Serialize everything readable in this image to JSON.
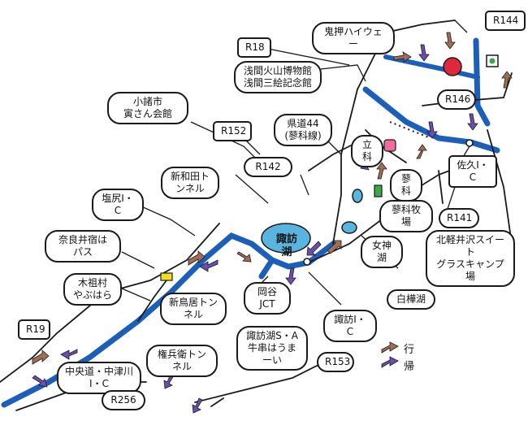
{
  "colors": {
    "road": "#1a1a1a",
    "highway": "#1b5fb8",
    "lake": "#5ab4e0",
    "go_arrow": "#a26c55",
    "return_arrow": "#6a4fb0",
    "marker_red": "#e0283c",
    "marker_green": "#3aa84a",
    "marker_pink": "#f26ca0",
    "marker_yellow": "#f2dc20"
  },
  "labels": {
    "express_highway": "鬼押ハイウェー",
    "r144": "R144",
    "r18": "R18",
    "museum": "浅間火山博物館\n浅間三絵記念館",
    "komoro": "小諸市\n寅さん会館",
    "r152": "R152",
    "prefroad": "県道44\n(​蓼科線)",
    "r146": "R146",
    "tateshina": "立科",
    "saku_ic": "佐久I・C",
    "r142": "R142",
    "shin_wada": "新和田トンネル",
    "tateshina2": "蓼科",
    "shiojiri_ic": "塩尻I・C",
    "tateshina_ranch": "蓼科牧場",
    "r141": "R141",
    "naraijuku": "奈良井宿は\nパス",
    "suwa_lake": "諏訪湖",
    "megami_lake": "女神湖",
    "camping": "北軽井沢スイート\nグラスキャンプ\n場",
    "kiso_village": "木祖村\nやぶはら",
    "okaya_jct": "岡谷JCT",
    "shintorii": "新鳥居トンネル",
    "shirakaba_lake": "白樺湖",
    "suwa_ic": "諏訪I・C",
    "r19": "R19",
    "suwa_sa": "諏訪湖S・A\n牛串はうまーい",
    "gonbei": "権兵衛トンネル",
    "r153": "R153",
    "chuo_ic": "中央道・中津川\nI・C",
    "r256": "R256"
  },
  "legend": {
    "go": "行",
    "return": "帰"
  }
}
